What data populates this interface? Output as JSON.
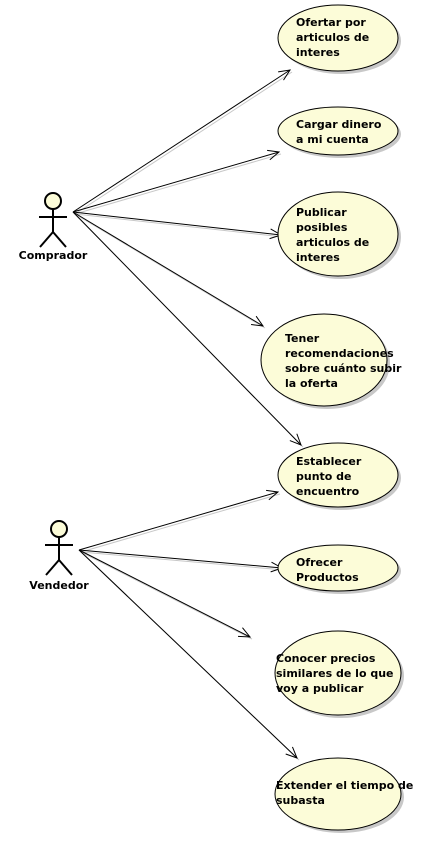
{
  "colors": {
    "usecase_fill": "#fcfcd8",
    "usecase_stroke": "#000000",
    "shadow": "#c8c8c8",
    "line": "#000000"
  },
  "actors": [
    {
      "id": "comprador",
      "label": "Comprador"
    },
    {
      "id": "vendedor",
      "label": "Vendedor"
    }
  ],
  "use_cases": [
    {
      "id": "uc1",
      "lines": [
        "Ofertar por",
        "articulos de",
        "interes"
      ]
    },
    {
      "id": "uc2",
      "lines": [
        "Cargar dinero",
        "a mi cuenta"
      ]
    },
    {
      "id": "uc3",
      "lines": [
        "Publicar",
        "posibles",
        "articulos de",
        "interes"
      ]
    },
    {
      "id": "uc4",
      "lines": [
        "Tener",
        "recomendaciones",
        "sobre cuánto subir",
        "la oferta"
      ]
    },
    {
      "id": "uc5",
      "lines": [
        "Establecer",
        "punto de",
        "encuentro"
      ]
    },
    {
      "id": "uc6",
      "lines": [
        "Ofrecer",
        "Productos"
      ]
    },
    {
      "id": "uc7",
      "lines": [
        "Conocer precios",
        "similares de lo que",
        "voy a publicar"
      ]
    },
    {
      "id": "uc8",
      "lines": [
        "Extender el tiempo de",
        "subasta"
      ]
    }
  ],
  "associations": [
    {
      "from": "comprador",
      "to": "uc1"
    },
    {
      "from": "comprador",
      "to": "uc2"
    },
    {
      "from": "comprador",
      "to": "uc3"
    },
    {
      "from": "comprador",
      "to": "uc4"
    },
    {
      "from": "comprador",
      "to": "uc5"
    },
    {
      "from": "vendedor",
      "to": "uc5"
    },
    {
      "from": "vendedor",
      "to": "uc6"
    },
    {
      "from": "vendedor",
      "to": "uc7"
    },
    {
      "from": "vendedor",
      "to": "uc8"
    }
  ]
}
